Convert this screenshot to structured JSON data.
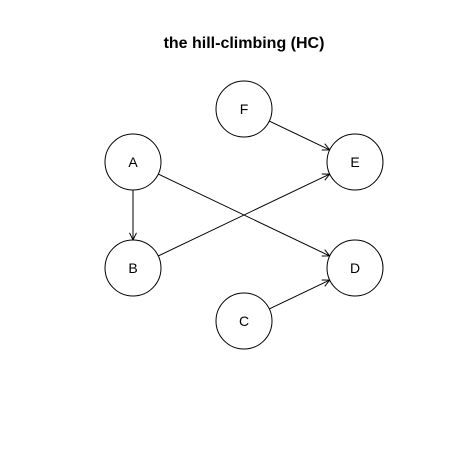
{
  "title": "the hill-climbing (HC)",
  "colors": {
    "stroke": "#000000",
    "background": "#ffffff"
  },
  "nodes": [
    {
      "id": "A",
      "label": "A"
    },
    {
      "id": "B",
      "label": "B"
    },
    {
      "id": "C",
      "label": "C"
    },
    {
      "id": "D",
      "label": "D"
    },
    {
      "id": "E",
      "label": "E"
    },
    {
      "id": "F",
      "label": "F"
    }
  ],
  "edges": [
    {
      "from": "A",
      "to": "B"
    },
    {
      "from": "A",
      "to": "D"
    },
    {
      "from": "B",
      "to": "E"
    },
    {
      "from": "F",
      "to": "E"
    },
    {
      "from": "C",
      "to": "D"
    }
  ]
}
